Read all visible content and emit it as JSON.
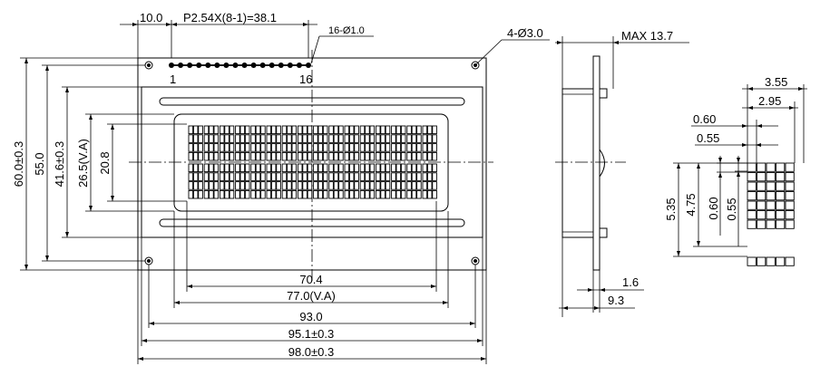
{
  "front_view": {
    "pin_edge_offset": "10.0",
    "pin_pitch": "P2.54X(8-1)=38.1",
    "pin_count": "16-Ø1.0",
    "pin_first": "1",
    "pin_last": "16",
    "mount_holes": "4-Ø3.0",
    "height_overall": "60.0±0.3",
    "height_hole_pitch": "55.0",
    "height_bezel": "41.6±0.3",
    "height_view_area": "26.5(V.A)",
    "height_active_area": "20.8",
    "width_active_area": "70.4",
    "width_view_area": "77.0(V.A)",
    "width_hole_pitch": "93.0",
    "width_bezel": "95.1±0.3",
    "width_overall": "98.0±0.3"
  },
  "side_view": {
    "max_thickness": "MAX 13.7",
    "pcb_thickness": "1.6",
    "module_thickness": "9.3"
  },
  "character_detail": {
    "char_width": "3.55",
    "dot_area_width": "2.95",
    "dot_pitch_h": "0.60",
    "dot_size_h": "0.55",
    "char_height": "5.35",
    "dot_area_height": "4.75",
    "dot_pitch_v": "0.60",
    "dot_size_v": "0.55"
  }
}
